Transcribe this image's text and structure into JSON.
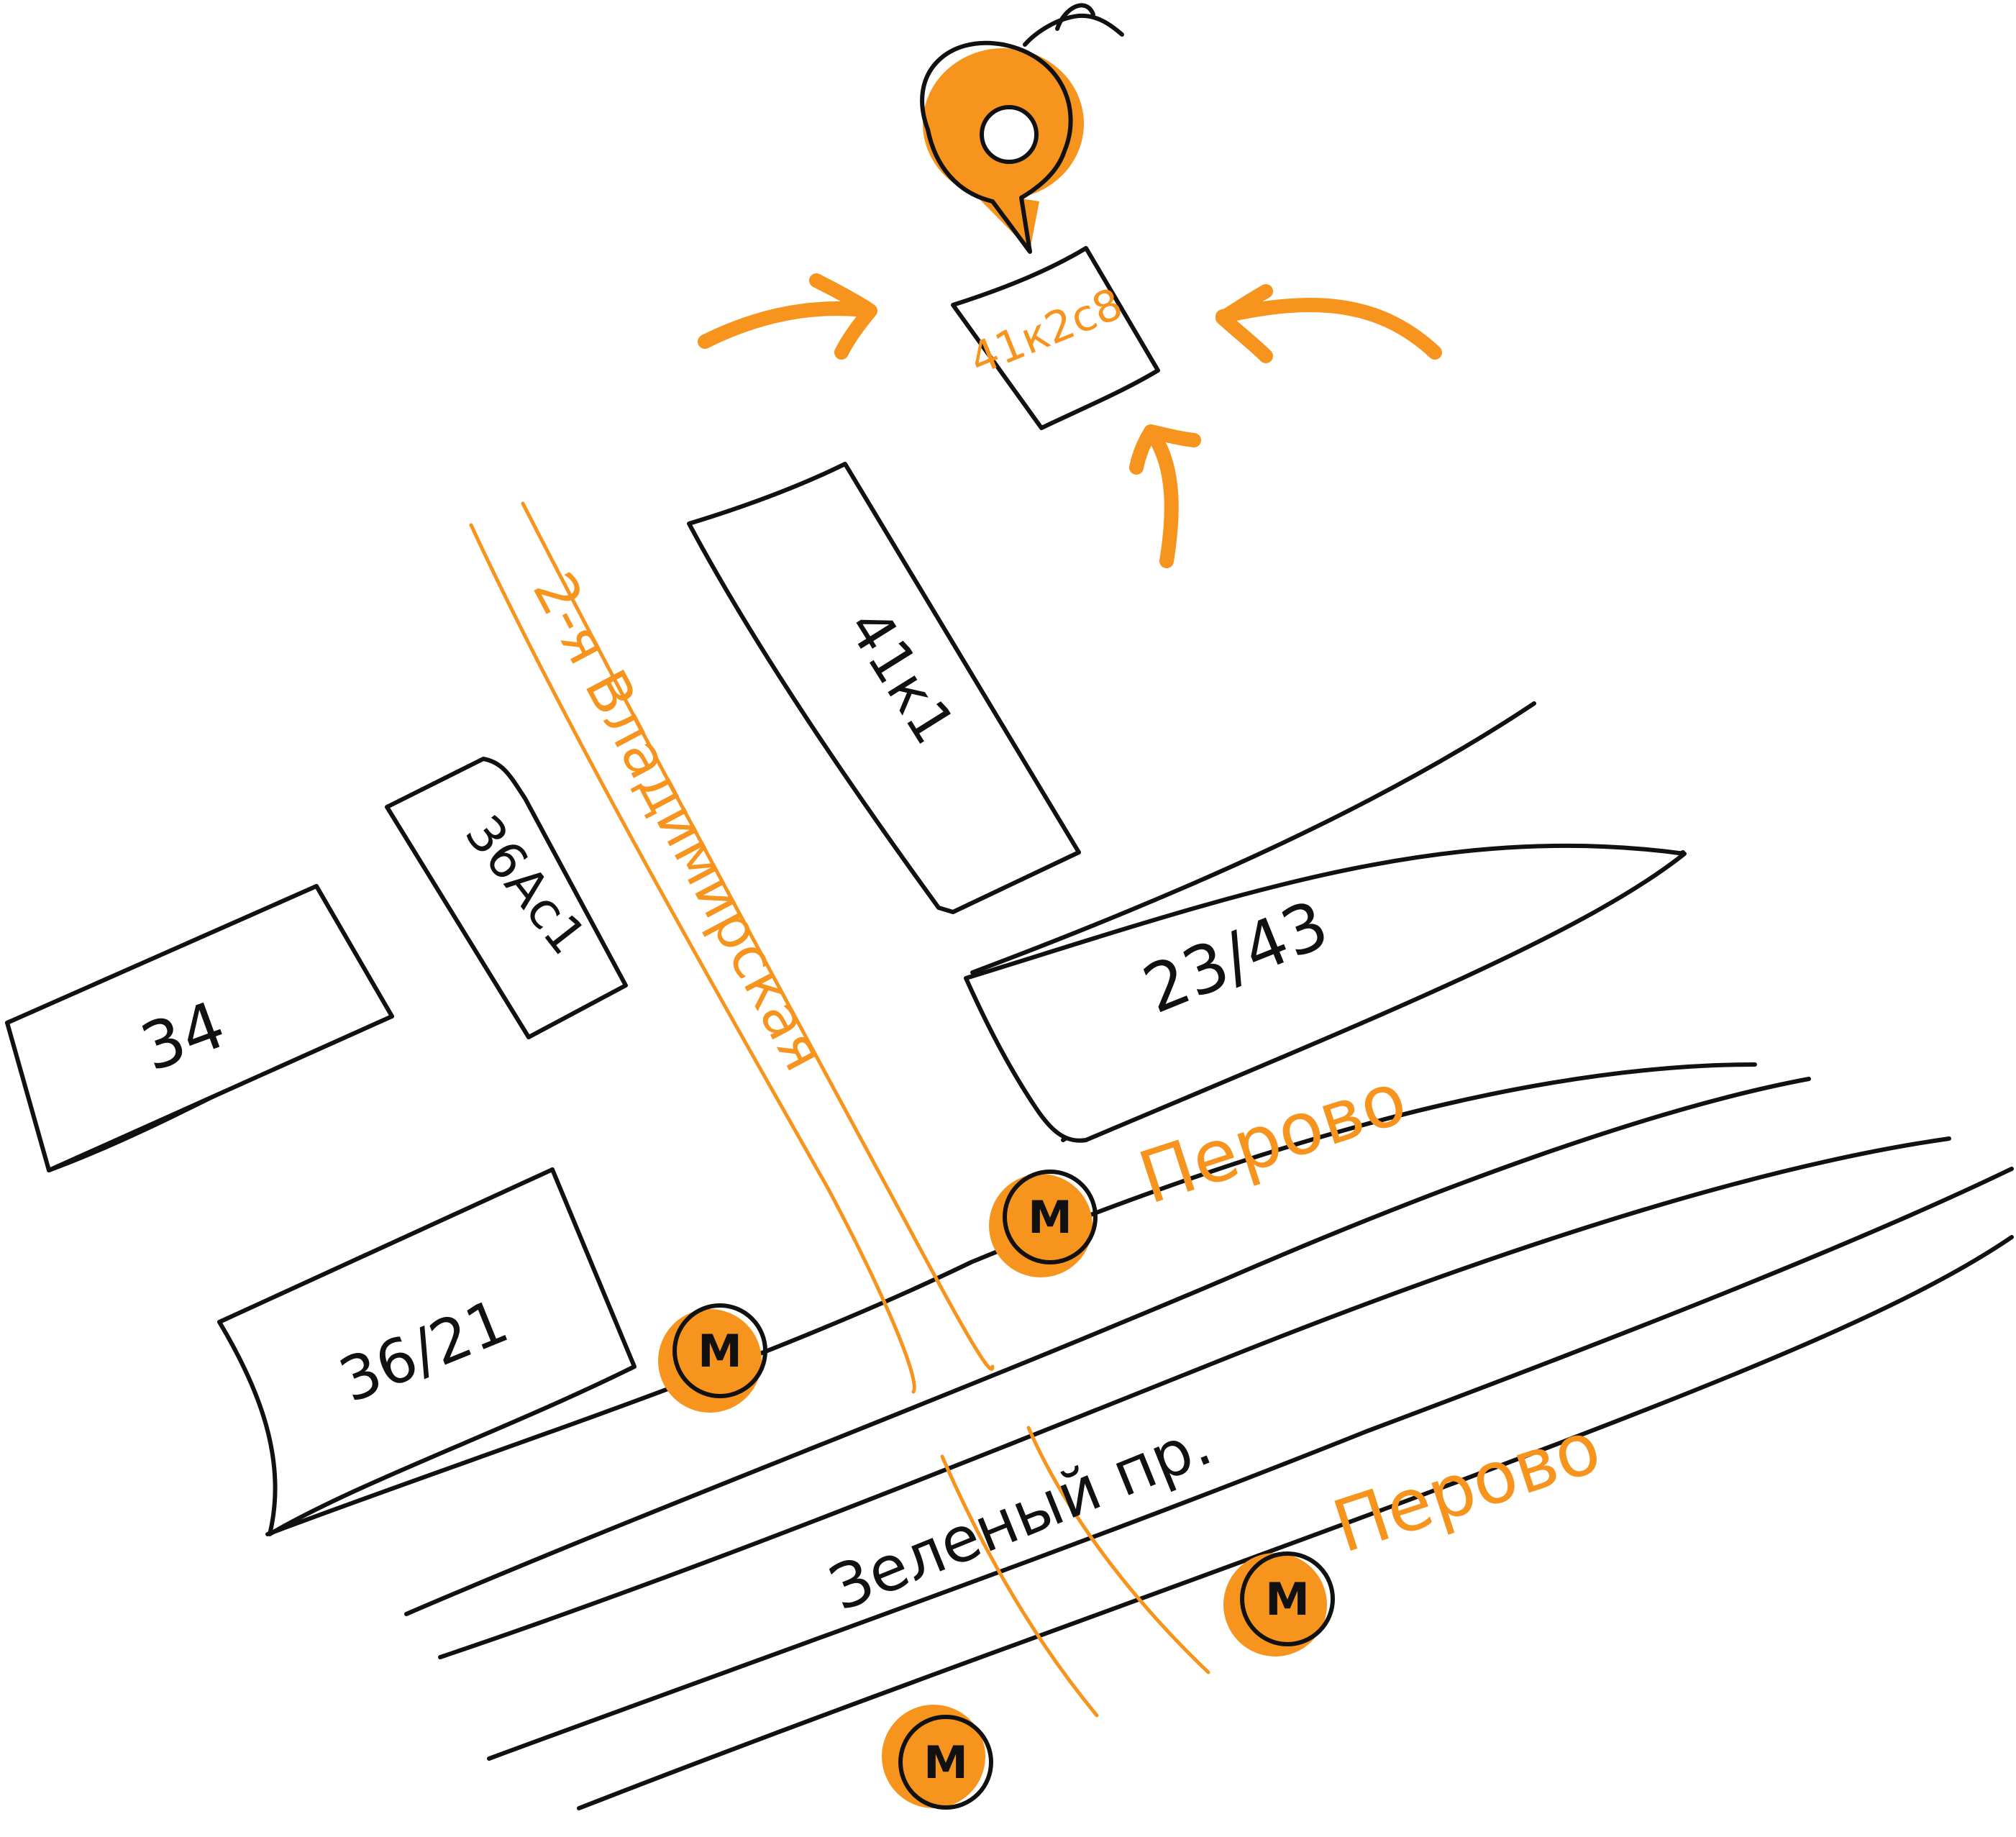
{
  "colors": {
    "accent": "#f7941d",
    "ink": "#111111",
    "background": "#ffffff"
  },
  "streets": {
    "vladimirskaya": "2-я Владимирская",
    "zeleny": "Зеленый пр."
  },
  "buildings": {
    "target": "41к2с8",
    "b41k1": "41к1",
    "b23_43": "23/43",
    "b36Ac1": "36Ас1",
    "b34": "34",
    "b36_21": "36/21"
  },
  "metro": {
    "letter": "М",
    "station_top": "Перово",
    "station_bottom": "Перово"
  },
  "icons": {
    "pin": "location-pin-icon",
    "metro": "metro-icon",
    "arrow": "direction-arrow-icon"
  }
}
